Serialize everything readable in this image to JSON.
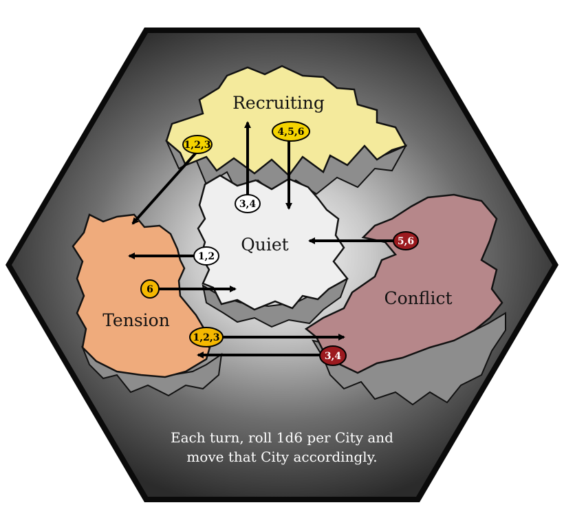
{
  "regions": {
    "recruiting": {
      "label": "Recruiting",
      "color": "#f4ea9c"
    },
    "quiet": {
      "label": "Quiet",
      "color": "#efefef"
    },
    "tension": {
      "label": "Tension",
      "color": "#efab7c"
    },
    "conflict": {
      "label": "Conflict",
      "color": "#b6878a"
    }
  },
  "badges": {
    "recruiting_to_tension": "1,2,3",
    "recruiting_to_quiet": "4,5,6",
    "quiet_to_recruiting": "3,4",
    "quiet_to_tension": "1,2",
    "tension_to_quiet": "6",
    "conflict_to_quiet": "5,6",
    "tension_to_conflict": "1,2,3",
    "conflict_to_tension": "3,4"
  },
  "badge_colors": {
    "yellow": "#f5d400",
    "orange": "#f5b800",
    "white": "#ffffff",
    "red": "#9c1a1f"
  },
  "caption": {
    "line1": "Each turn, roll 1d6 per City and",
    "line2": "move that City accordingly."
  }
}
